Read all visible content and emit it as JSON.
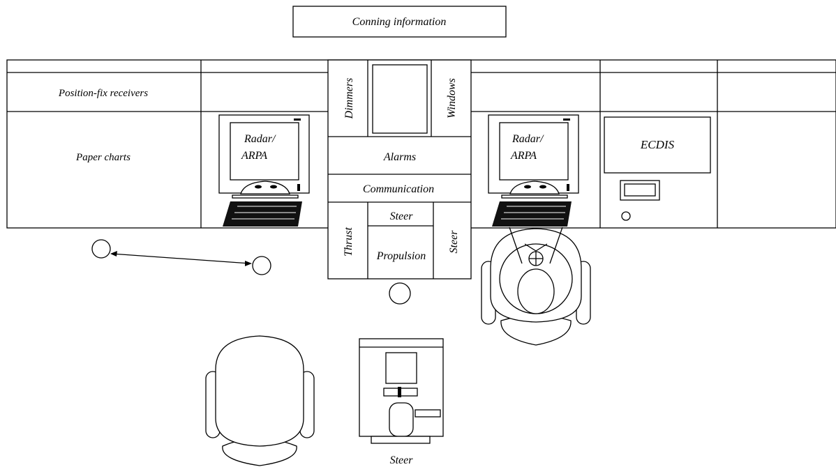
{
  "labels": {
    "conning": "Conning information",
    "position_fix": "Position-fix receivers",
    "paper_charts": "Paper charts",
    "radar_left": [
      "Radar/",
      "ARPA"
    ],
    "radar_right": [
      "Radar/",
      "ARPA"
    ],
    "ecdis": "ECDIS",
    "dimmers": "Dimmers",
    "windows": "Windows",
    "alarms": "Alarms",
    "communication": "Communication",
    "steer_top": "Steer",
    "thrust": "Thrust",
    "propulsion": "Propulsion",
    "steer_right": "Steer",
    "steer_bottom": "Steer"
  },
  "colors": {
    "line": "#000000",
    "background": "#ffffff"
  }
}
